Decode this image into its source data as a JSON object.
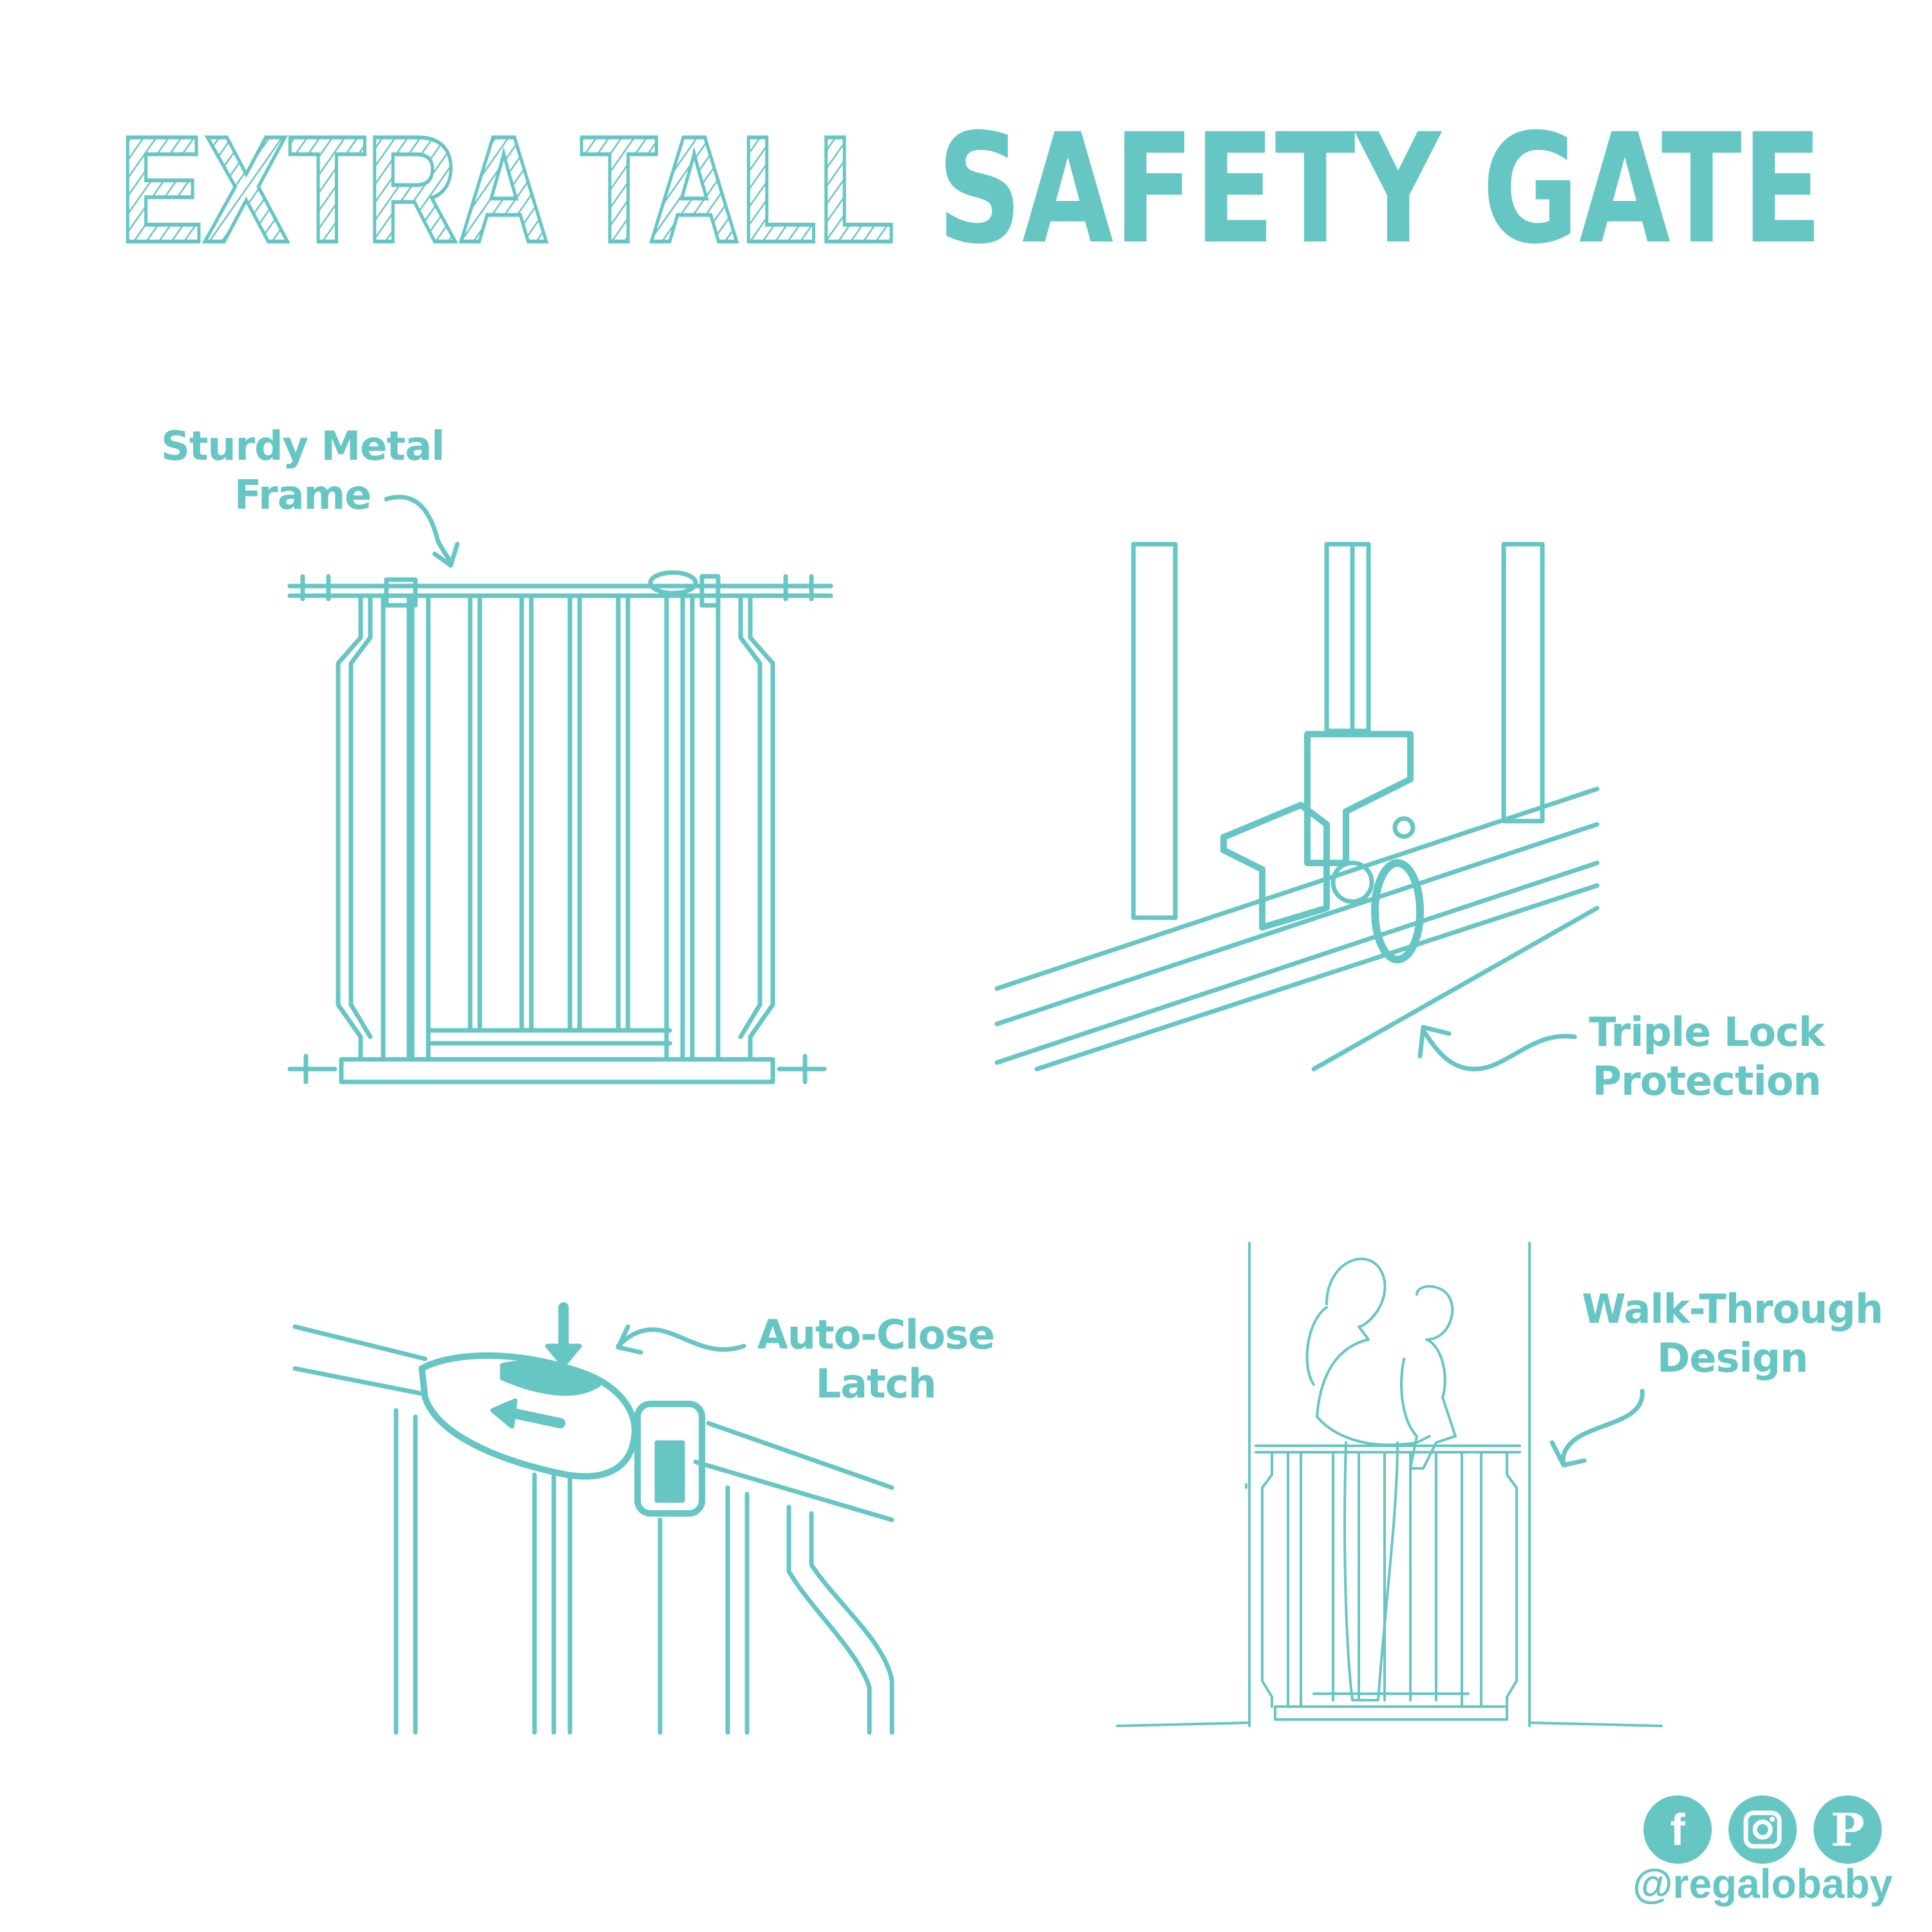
{
  "title": {
    "part1": "EXTRA TALL",
    "part2": "SAFETY GATE"
  },
  "features": [
    {
      "line1": "Sturdy Metal",
      "line2": "Frame"
    },
    {
      "line1": "Triple Lock",
      "line2": "Protection"
    },
    {
      "line1": "Auto-Close",
      "line2": "Latch"
    },
    {
      "line1": "Walk-Through",
      "line2": "Design"
    }
  ],
  "social": {
    "icons": [
      "facebook-icon",
      "instagram-icon",
      "pinterest-icon"
    ],
    "facebook_glyph": "f",
    "pinterest_glyph": "P",
    "handle": "@regalobaby"
  },
  "colors": {
    "accent": "#66c6c4",
    "background": "#ffffff"
  }
}
